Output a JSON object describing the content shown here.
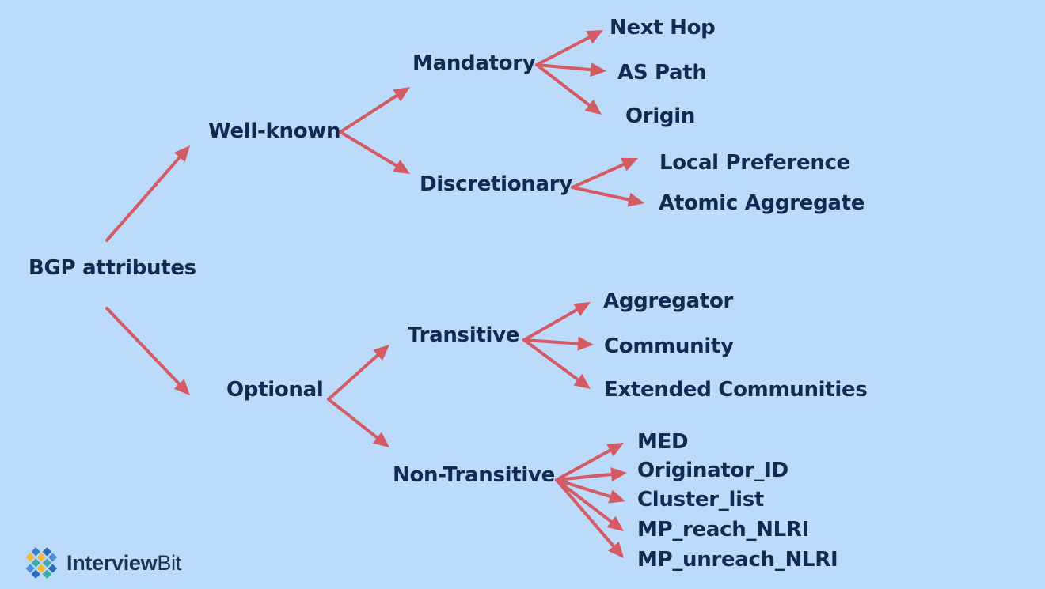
{
  "colors": {
    "background": "#bcdaf9",
    "text": "#102a54",
    "arrow": "#d45a63"
  },
  "tree": {
    "root": "BGP attributes",
    "wellknown": {
      "label": "Well-known",
      "mandatory": {
        "label": "Mandatory",
        "items": [
          "Next Hop",
          "AS Path",
          "Origin"
        ]
      },
      "discretionary": {
        "label": "Discretionary",
        "items": [
          "Local Preference",
          "Atomic Aggregate"
        ]
      }
    },
    "optional": {
      "label": "Optional",
      "transitive": {
        "label": "Transitive",
        "items": [
          "Aggregator",
          "Community",
          "Extended Communities"
        ]
      },
      "nontransitive": {
        "label": "Non-Transitive",
        "items": [
          "MED",
          "Originator_ID",
          "Cluster_list",
          "MP_reach_NLRI",
          "MP_unreach_NLRI"
        ]
      }
    }
  },
  "logo": {
    "icon": "diamond-grid-logo-icon",
    "brand_part1": "Interview",
    "brand_part2": "Bit"
  }
}
